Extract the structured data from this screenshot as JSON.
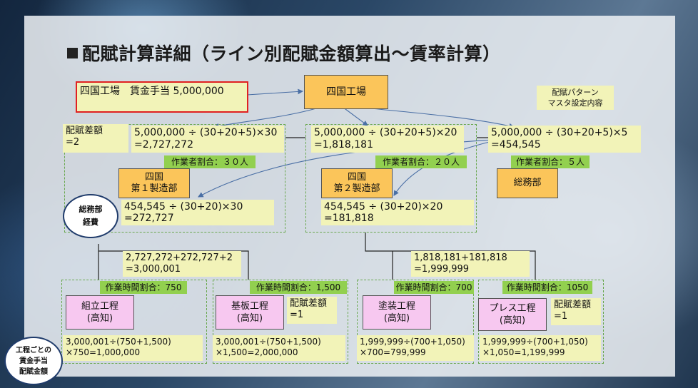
{
  "title": "配賦計算詳細（ライン別配賦金額算出～賃率計算）",
  "top_input": "四国工場　賃金手当  5,000,000",
  "factory": "四国工場",
  "pattern_note": {
    "line1": "配賦パターン",
    "line2": "マスタ設定内容"
  },
  "ratio_diff_top": {
    "line1": "配賦差額",
    "line2": "=2"
  },
  "calc_dept1": {
    "line1": "5,000,000 ÷ (30+20+5)×30",
    "line2": "=2,727,272"
  },
  "calc_dept2": {
    "line1": "5,000,000 ÷ (30+20+5)×20",
    "line2": "=1,818,181"
  },
  "calc_general": {
    "line1": "5,000,000 ÷ (30+20+5)×5",
    "line2": "=454,545"
  },
  "worker_ratio_1": "作業者割合：３０人",
  "worker_ratio_2": "作業者割合：２０人",
  "worker_ratio_3": "作業者割合：５人",
  "dept1": {
    "line1": "四国",
    "line2": "第１製造部"
  },
  "dept2": {
    "line1": "四国",
    "line2": "第２製造部"
  },
  "general": "総務部",
  "expense_bubble": {
    "line1": "総務部",
    "line2": "経費"
  },
  "calc_sub1": {
    "line1": "454,545 ÷ (30+20)×30",
    "line2": "=272,727"
  },
  "calc_sub2": {
    "line1": "454,545 ÷ (30+20)×20",
    "line2": "=181,818"
  },
  "sum1": {
    "line1": "2,727,272+272,727+2",
    "line2": "=3,000,001"
  },
  "sum2": {
    "line1": "1,818,181+181,818",
    "line2": "=1,999,999"
  },
  "time_ratio_1": "作業時間割合：750",
  "time_ratio_2": "作業時間割合：1,500",
  "time_ratio_3": "作業時間割合：700",
  "time_ratio_4": "作業時間割合：1050",
  "proc1": {
    "line1": "組立工程",
    "line2": "(高知)"
  },
  "proc2": {
    "line1": "基板工程",
    "line2": "(高知)"
  },
  "proc3": {
    "line1": "塗装工程",
    "line2": "(高知)"
  },
  "proc4": {
    "line1": "プレス工程",
    "line2": "(高知)"
  },
  "diff2": {
    "line1": "配賦差額",
    "line2": "=1"
  },
  "diff4": {
    "line1": "配賦差額",
    "line2": "=1"
  },
  "res1": {
    "line1": "3,000,001÷(750+1,500)",
    "line2": "×750=1,000,000"
  },
  "res2": {
    "line1": "3,000,001÷(750+1,500)",
    "line2": "×1,500=2,000,000"
  },
  "res3": {
    "line1": "1,999,999÷(700+1,050)",
    "line2": "×700=799,999"
  },
  "res4": {
    "line1": "1,999,999÷(700+1,050)",
    "line2": "×1,050=1,199,999"
  },
  "wage_bubble": {
    "line1": "工程ごとの",
    "line2": "賃金手当",
    "line3": "配賦金額"
  }
}
